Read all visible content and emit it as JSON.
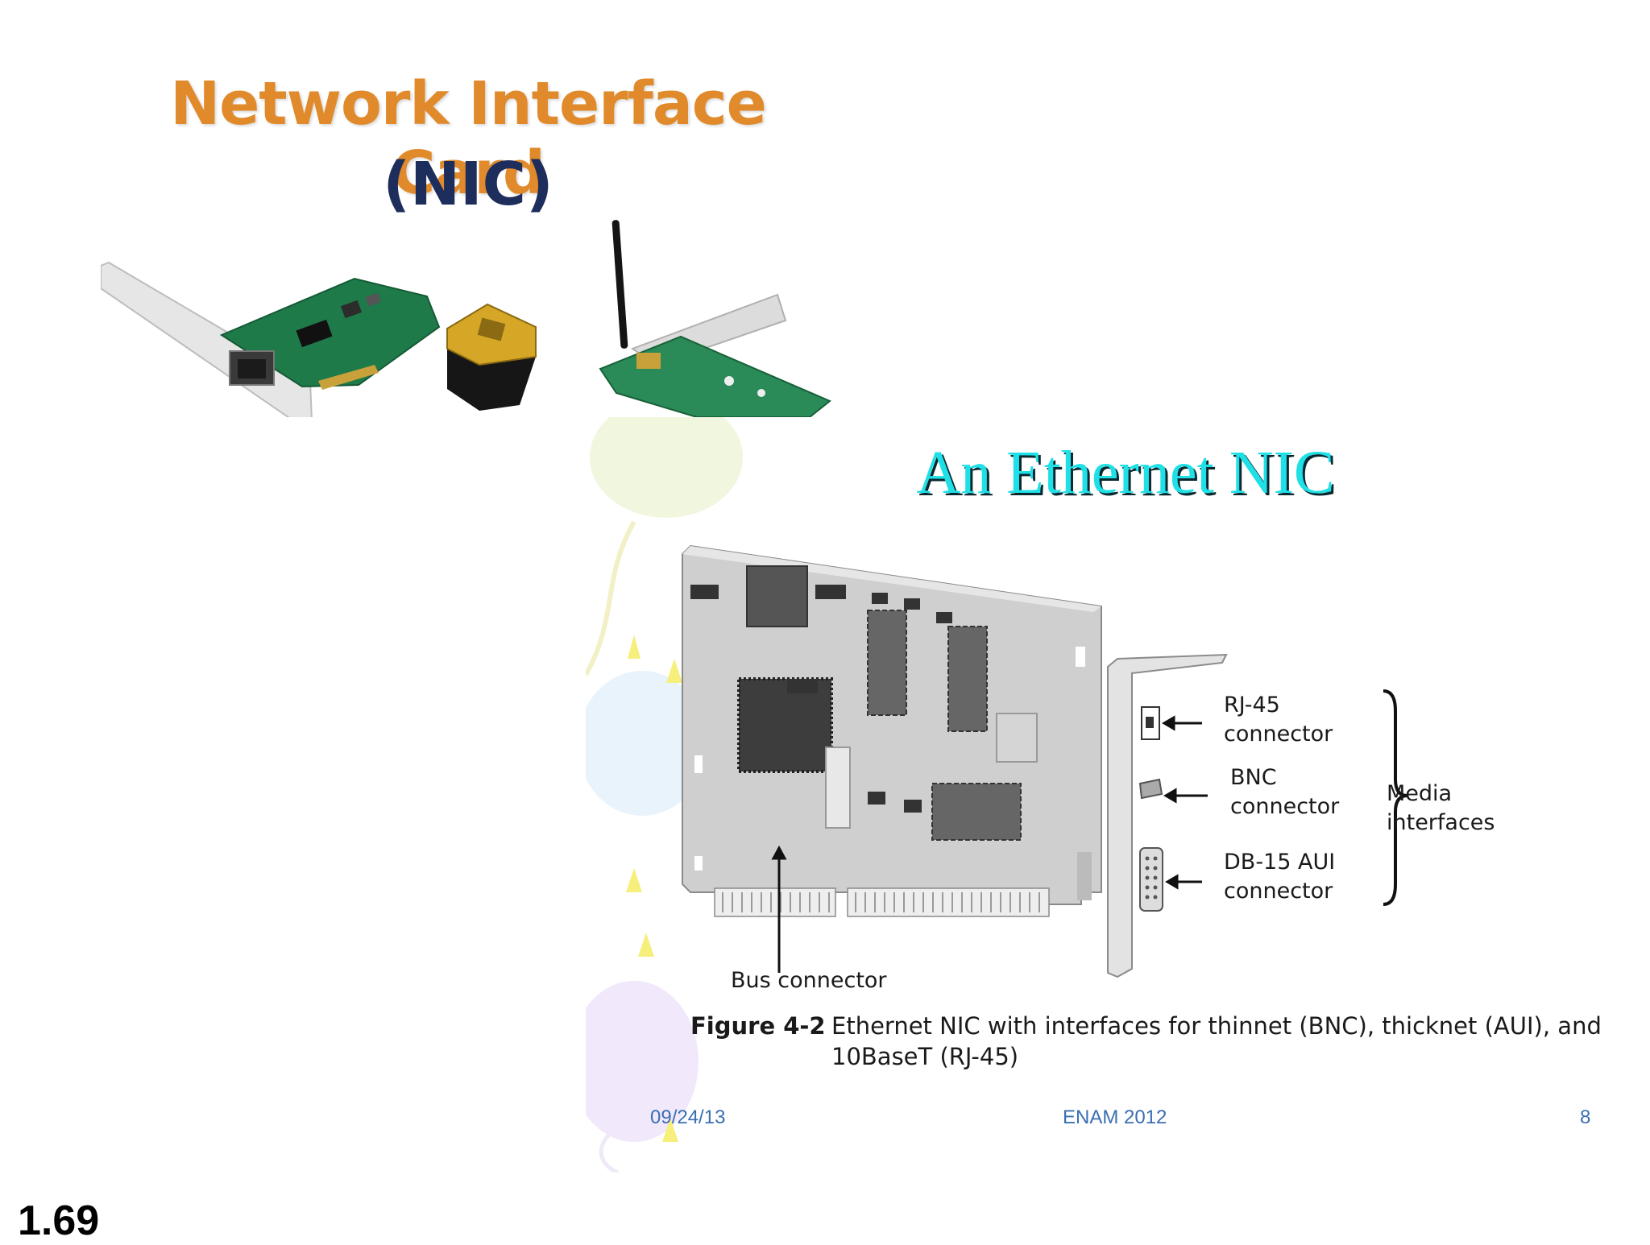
{
  "nic_image": {
    "title_line1": "Network Interface Card",
    "title_line2": "(NIC)"
  },
  "slide": {
    "title": "An Ethernet NIC",
    "labels": {
      "rj45_line1": "RJ-45",
      "rj45_line2": "connector",
      "bnc_line1": "BNC",
      "bnc_line2": "connector",
      "db15_line1": "DB-15 AUI",
      "db15_line2": "connector",
      "media_line1": "Media",
      "media_line2": "interfaces",
      "bus": "Bus connector"
    },
    "caption": {
      "number": "Figure 4-2",
      "text": "Ethernet NIC with interfaces for thinnet (BNC), thicknet (AUI), and 10BaseT (RJ-45)"
    },
    "footer": {
      "date": "09/24/13",
      "center": "ENAM 2012",
      "page": "8"
    }
  },
  "page_number": "1.69",
  "colors": {
    "nic_title_orange": "#e08a2c",
    "nic_title_navy": "#1d2d5c",
    "slide_title_cyan": "#1ee0e6",
    "footer_blue": "#3a6fb0"
  }
}
